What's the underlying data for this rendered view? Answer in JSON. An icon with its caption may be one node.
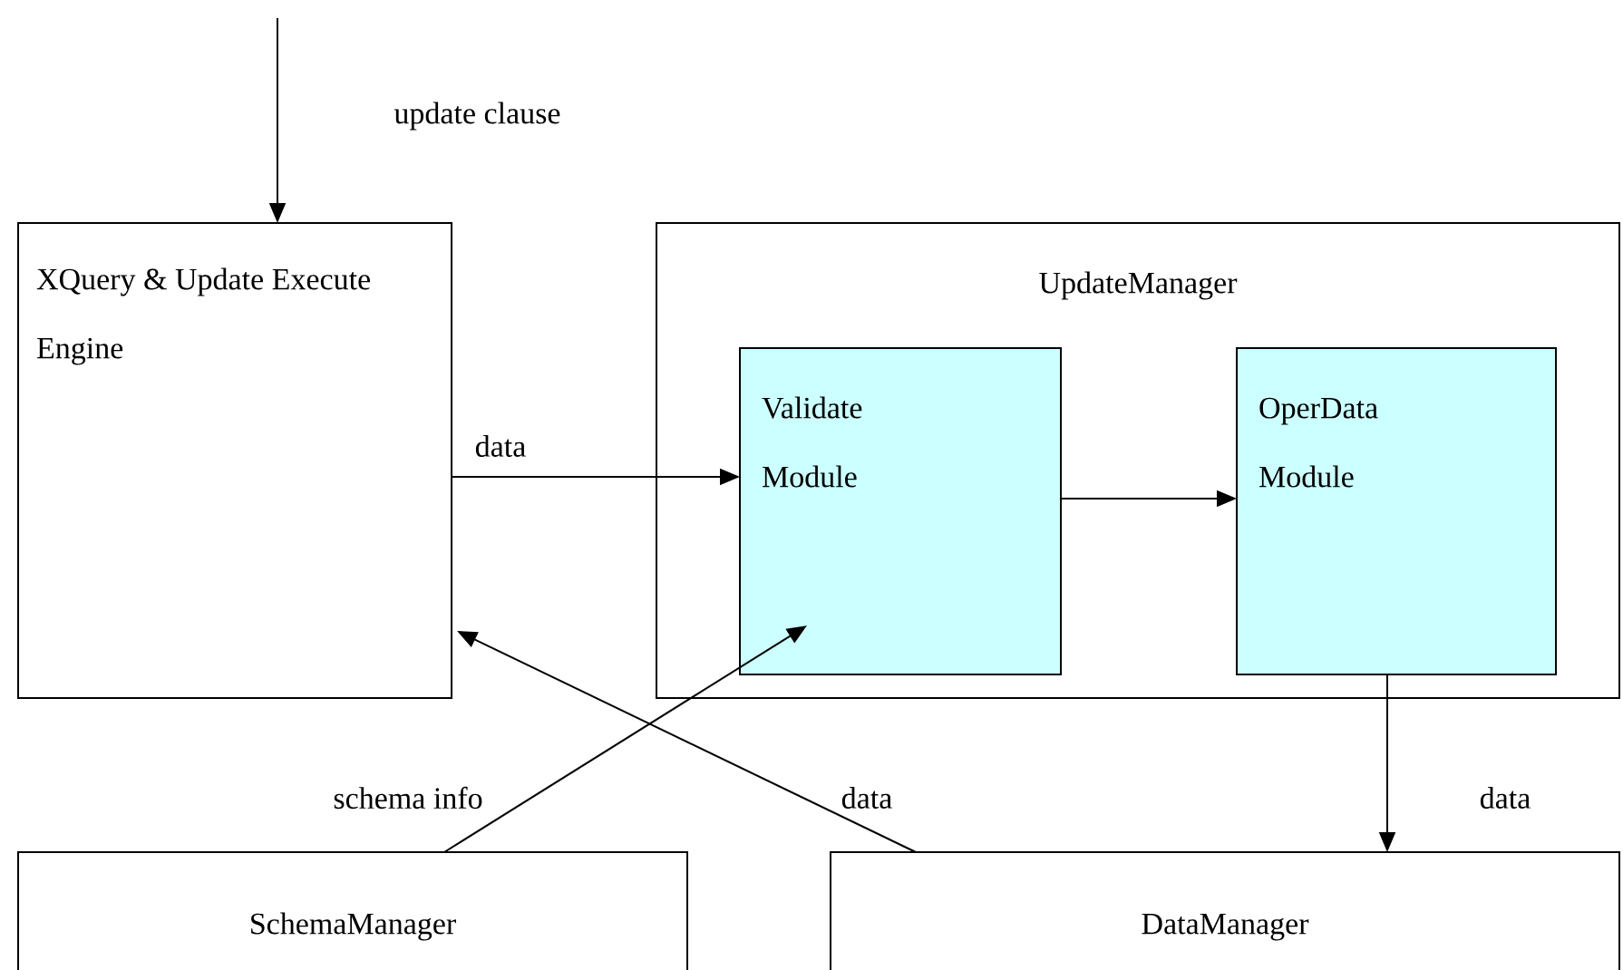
{
  "diagram": {
    "nodes": [
      {
        "text": [
          "XQuery & Update Execute Engine"
        ]
      },
      {
        "text": [
          "UpdateManager"
        ]
      },
      {
        "text": [
          "Validate Module"
        ],
        "in": 1
      },
      {
        "text": [
          "OperData Module"
        ],
        "in": 1
      },
      {
        "text": [
          "SchemaManager"
        ]
      },
      {
        "text": [
          "DataManager"
        ]
      }
    ],
    "edges": [
      {
        "from": null,
        "to": 0,
        "arrow": "to",
        "label": "update clause"
      },
      {
        "from": 0,
        "to": 2,
        "arrow": "to",
        "label": "data"
      },
      {
        "from": 2,
        "to": 3,
        "arrow": "to"
      },
      {
        "from": 3,
        "to": 5,
        "arrow": "to",
        "label": "data"
      },
      {
        "from": 4,
        "to": 2,
        "arrow": "to",
        "label": "schema info"
      },
      {
        "from": 5,
        "to": 0,
        "arrow": "to",
        "label": "data"
      }
    ]
  }
}
